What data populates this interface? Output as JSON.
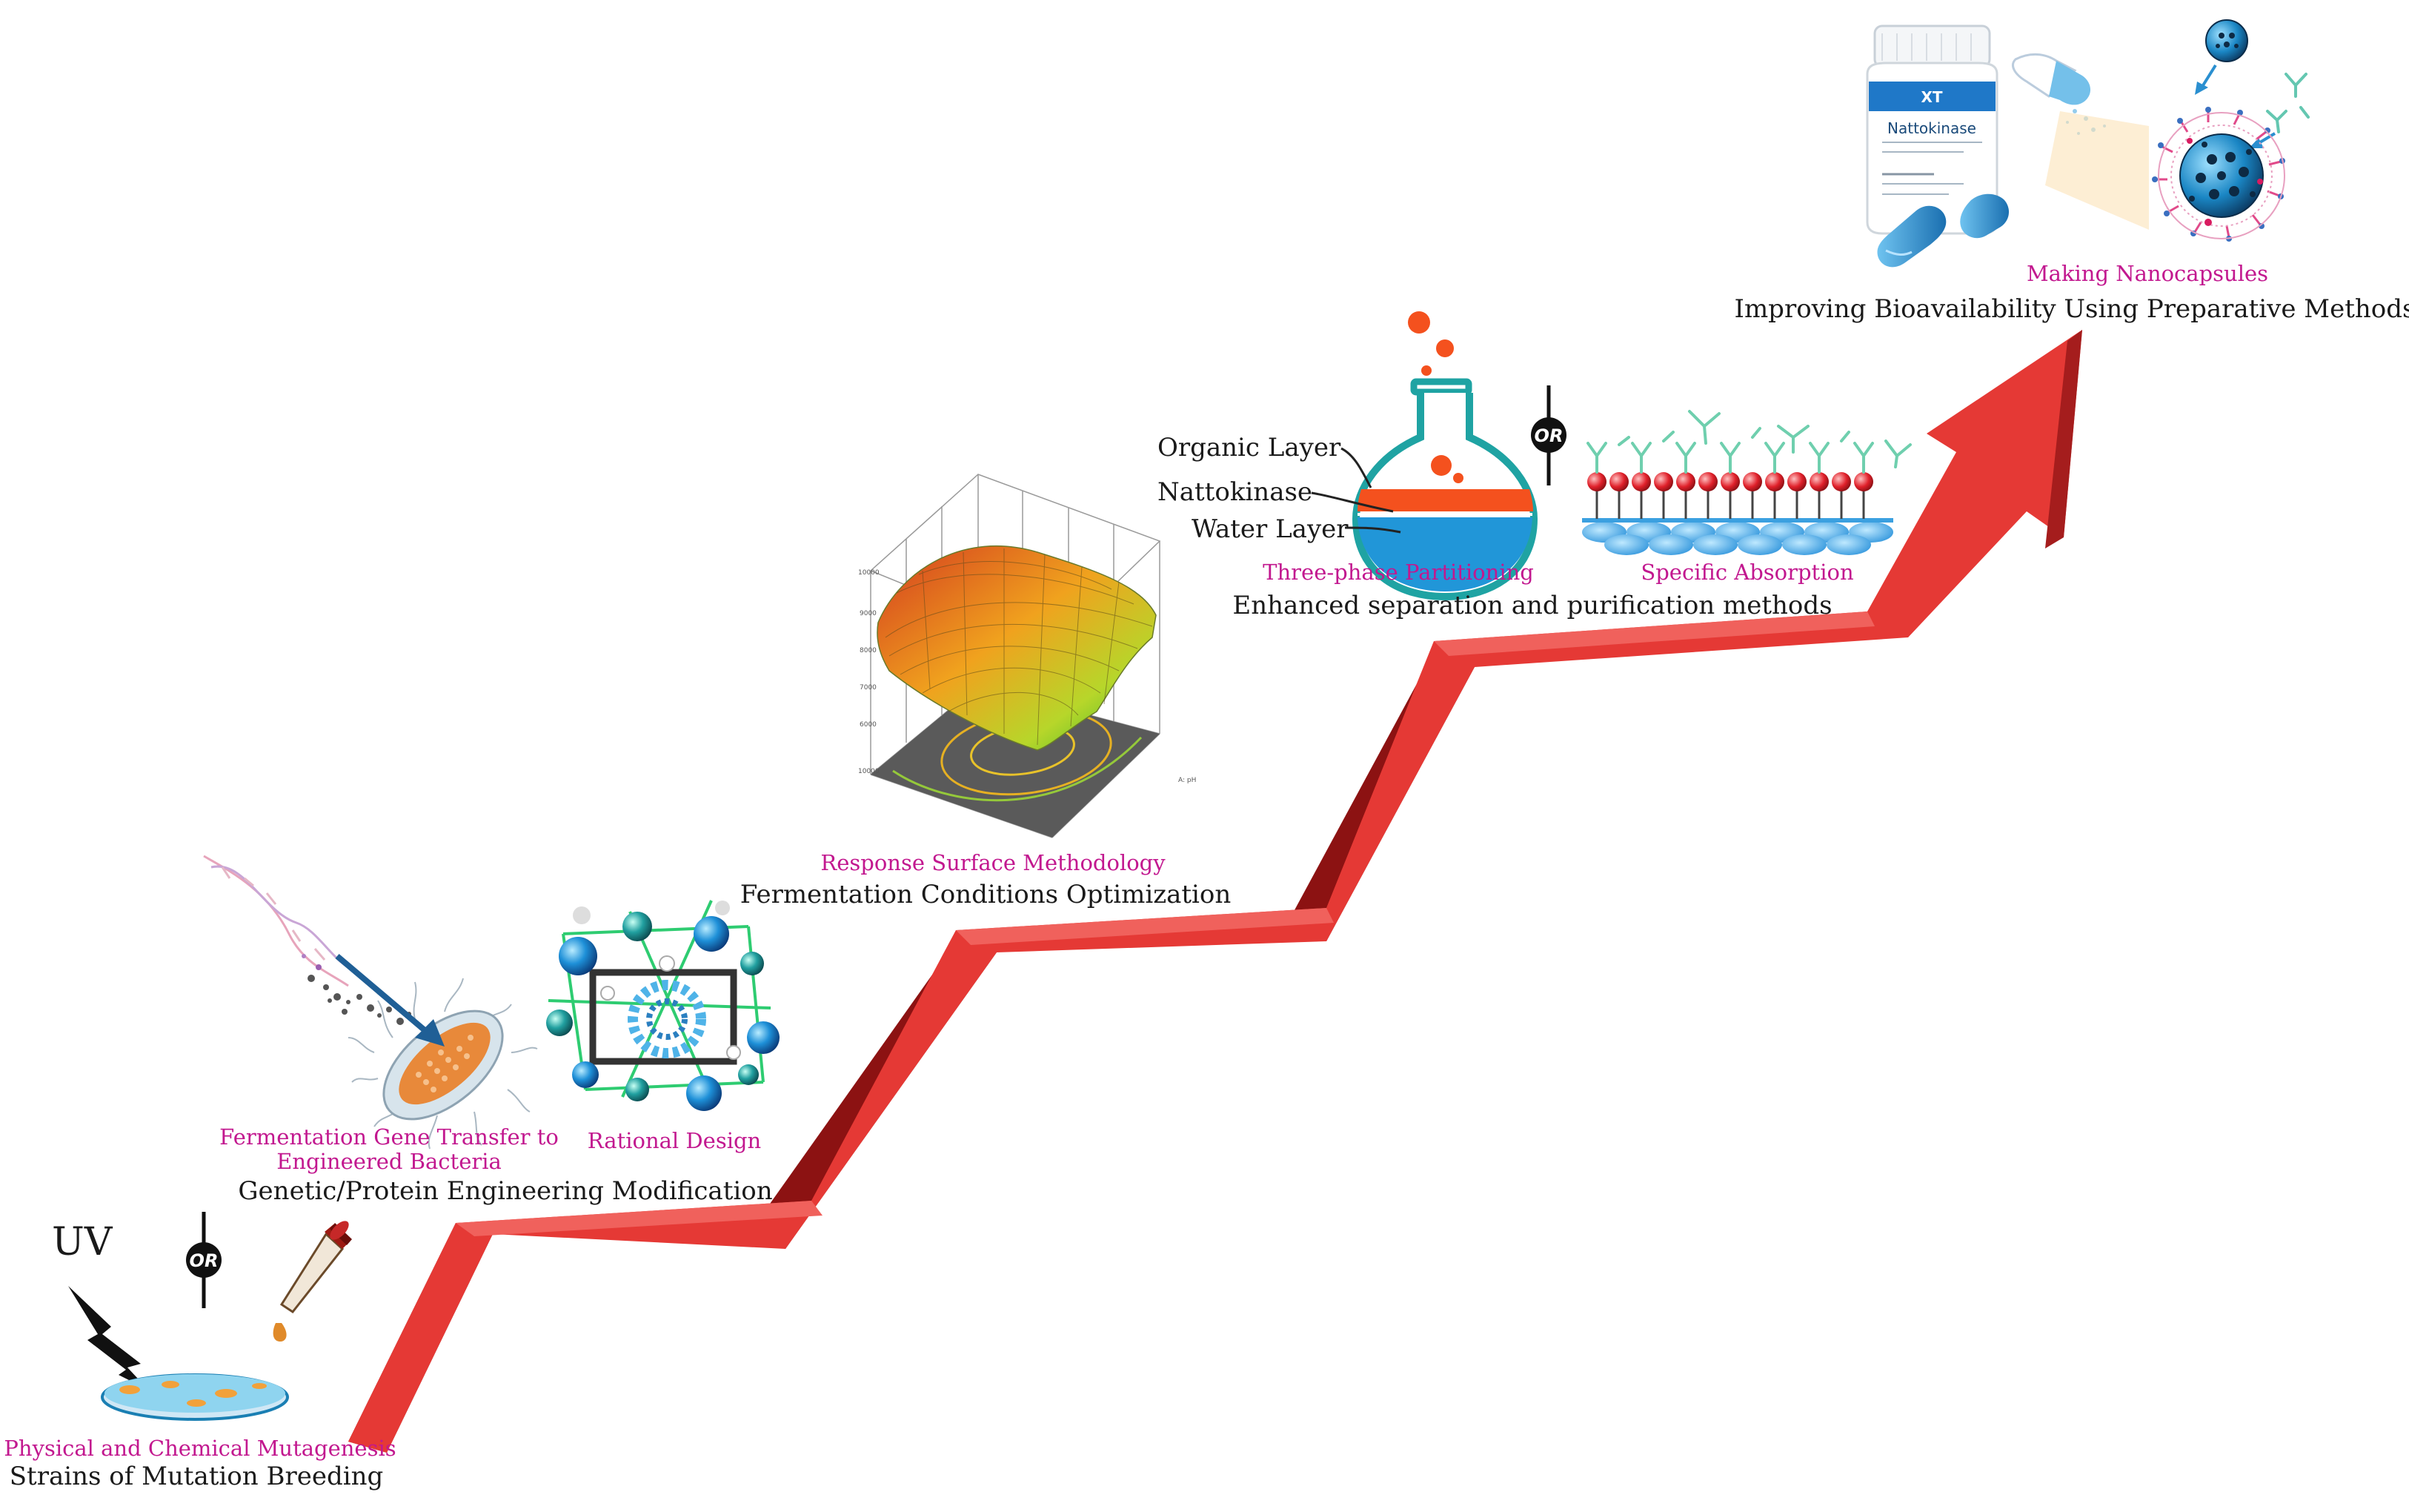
{
  "diagram": {
    "stages": [
      {
        "method": "Physical and Chemical Mutagenesis",
        "goal": "Strains of Mutation Breeding"
      },
      {
        "methods": [
          "Fermentation Gene Transfer to Engineered Bacteria",
          "Rational Design"
        ],
        "goal": "Genetic/Protein Engineering Modification"
      },
      {
        "method": "Response Surface Methodology",
        "goal": "Fermentation Conditions Optimization"
      },
      {
        "methods": [
          "Three-phase Partitioning",
          "Specific Absorption"
        ],
        "goal": "Enhanced separation and purification methods"
      },
      {
        "method": "Making Nanocapsules",
        "goal": "Improving Bioavailability Using Preparative Methods"
      }
    ],
    "uv_label": "UV",
    "or_label": "OR",
    "flask_labels": {
      "organic": "Organic Layer",
      "nattokinase": "Nattokinase",
      "water": "Water Layer"
    },
    "bottle_label": "Nattokinase",
    "colors": {
      "arrow": "#e53935",
      "arrow_dark": "#a51d1d",
      "method_text": "#c2188f",
      "goal_text": "#1a1a1a",
      "teal": "#1fa3a3"
    }
  }
}
